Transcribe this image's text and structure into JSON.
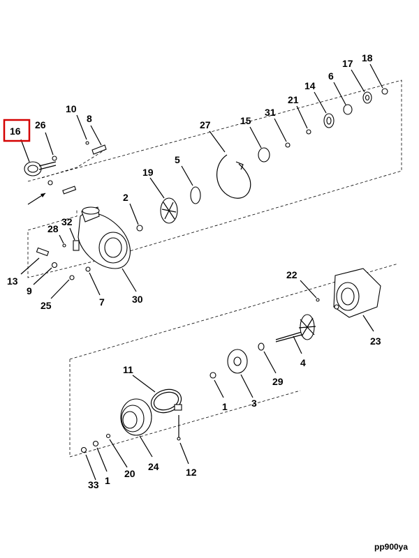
{
  "highlight_color": "#d40000",
  "figure_ref": "pp900ya",
  "callouts": {
    "c16": "16",
    "c26": "26",
    "c10": "10",
    "c8": "8",
    "c19": "19",
    "c5": "5",
    "c27": "27",
    "c15": "15",
    "c31": "31",
    "c21": "21",
    "c14": "14",
    "c6": "6",
    "c17": "17",
    "c18": "18",
    "c2": "2",
    "c28": "28",
    "c32": "32",
    "c13": "13",
    "c9": "9",
    "c25": "25",
    "c7": "7",
    "c30": "30",
    "c22": "22",
    "c23": "23",
    "c4": "4",
    "c29": "29",
    "c11": "11",
    "c1a": "1",
    "c3": "3",
    "c12": "12",
    "c24": "24",
    "c20": "20",
    "c1b": "1",
    "c33": "33"
  }
}
